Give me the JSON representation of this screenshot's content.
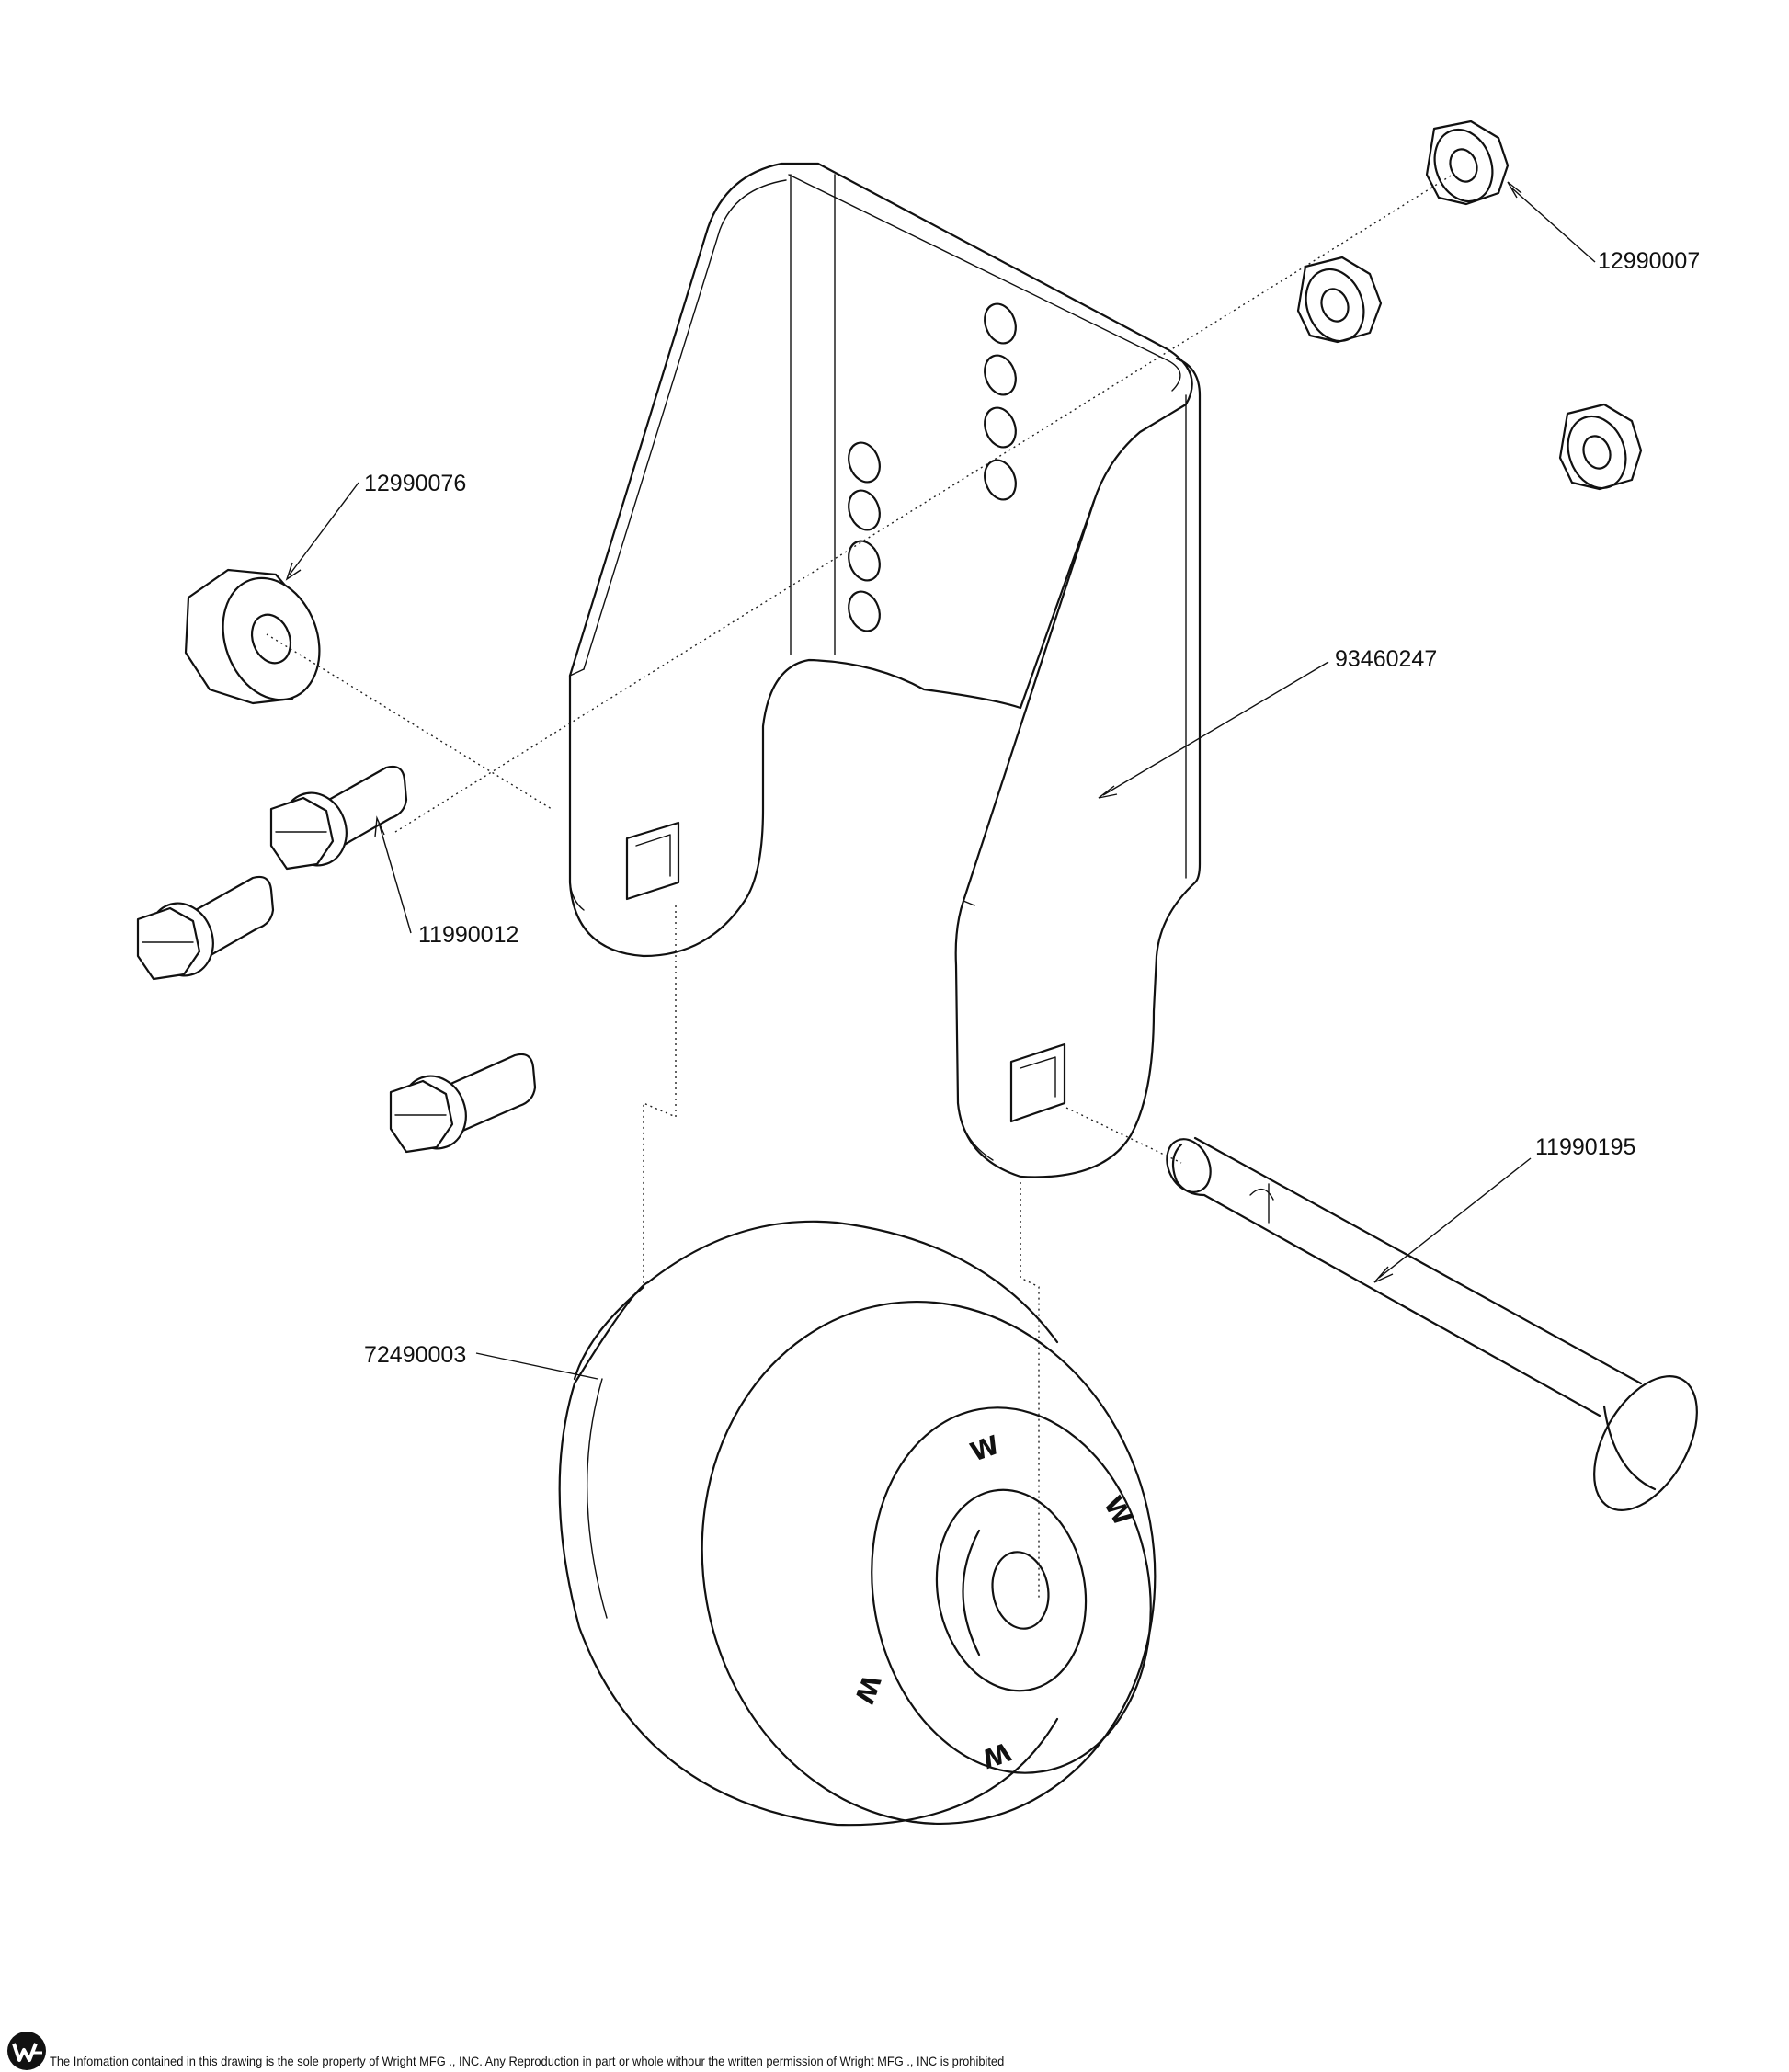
{
  "callouts": {
    "flange_nut": "12990007",
    "flange_bushing": "12990076",
    "bracket": "93460247",
    "bolt": "11990012",
    "axle_bolt": "11990195",
    "roller": "72490003"
  },
  "footer": {
    "disclaimer": "The Infomation contained in this drawing is the sole property of Wright MFG ., INC. Any Reproduction in part or whole withour the written permission of Wright MFG ., INC is prohibited"
  },
  "wheel_marks": [
    "W",
    "W",
    "W",
    "W"
  ],
  "icons": {
    "logo": "wright-logo-icon"
  }
}
